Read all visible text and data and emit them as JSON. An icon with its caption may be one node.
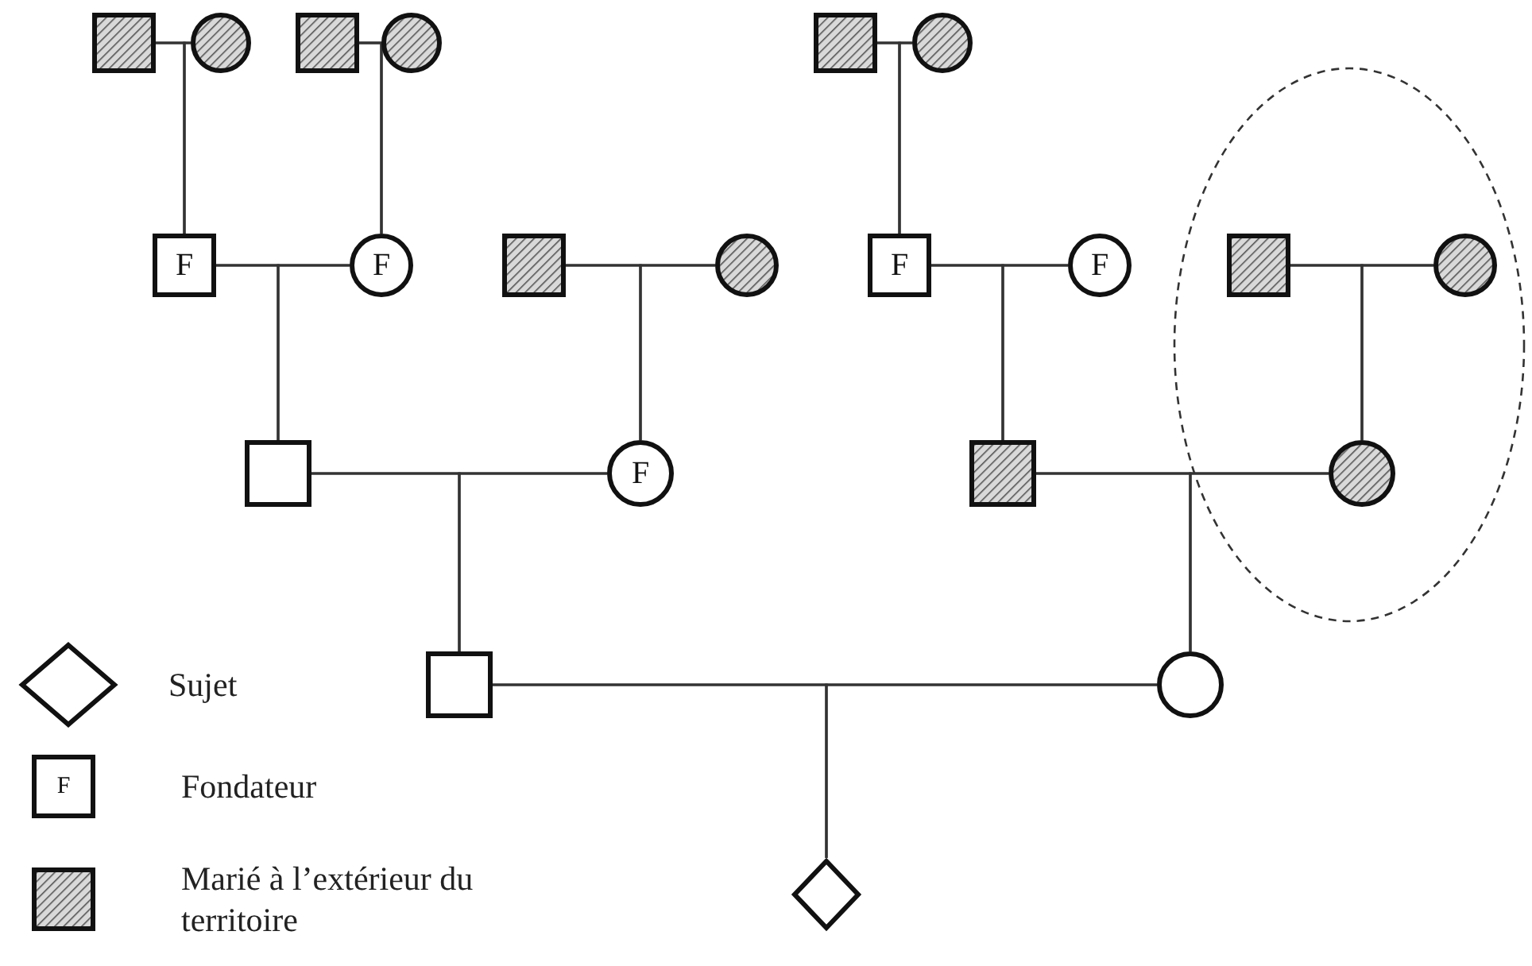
{
  "diagram": {
    "nodes": [
      {
        "text": [],
        "shape": "box"
      },
      {
        "text": [],
        "shape": "circle"
      },
      {
        "text": [],
        "shape": "box"
      },
      {
        "text": [],
        "shape": "circle"
      },
      {
        "text": [],
        "shape": "box"
      },
      {
        "text": [],
        "shape": "circle"
      },
      {
        "text": [
          "F"
        ]
      },
      {
        "text": [
          "F"
        ]
      },
      {
        "text": [],
        "shape": "box"
      },
      {
        "text": [],
        "shape": "circle"
      },
      {
        "text": [
          "F"
        ]
      },
      {
        "text": [
          "F"
        ]
      },
      {
        "text": [],
        "shape": "ellipse"
      },
      {
        "text": [],
        "shape": "box",
        "in": 12
      },
      {
        "text": [],
        "shape": "circle",
        "in": 12
      },
      {
        "text": [],
        "shape": "box"
      },
      {
        "text": [
          "F"
        ]
      },
      {
        "text": [],
        "shape": "box"
      },
      {
        "text": [],
        "shape": "circle",
        "in": 12
      },
      {
        "text": [],
        "shape": "box"
      },
      {
        "text": [],
        "shape": "circle"
      },
      {
        "text": [],
        "shape": "diamond"
      }
    ],
    "edges": [
      {
        "from": 0,
        "to": 1,
        "arrow": "none"
      },
      {
        "from": 0,
        "to": 6,
        "arrow": "none"
      },
      {
        "from": 1,
        "to": 6,
        "arrow": "none"
      },
      {
        "from": 2,
        "to": 3,
        "arrow": "none"
      },
      {
        "from": 2,
        "to": 7,
        "arrow": "none"
      },
      {
        "from": 3,
        "to": 7,
        "arrow": "none"
      },
      {
        "from": 4,
        "to": 5,
        "arrow": "none"
      },
      {
        "from": 4,
        "to": 10,
        "arrow": "none"
      },
      {
        "from": 5,
        "to": 10,
        "arrow": "none"
      },
      {
        "from": 6,
        "to": 7,
        "arrow": "none"
      },
      {
        "from": 6,
        "to": 15,
        "arrow": "none"
      },
      {
        "from": 7,
        "to": 15,
        "arrow": "none"
      },
      {
        "from": 8,
        "to": 9,
        "arrow": "none"
      },
      {
        "from": 8,
        "to": 16,
        "arrow": "none"
      },
      {
        "from": 9,
        "to": 16,
        "arrow": "none"
      },
      {
        "from": 10,
        "to": 11,
        "arrow": "none"
      },
      {
        "from": 10,
        "to": 17,
        "arrow": "none"
      },
      {
        "from": 11,
        "to": 17,
        "arrow": "none"
      },
      {
        "from": 13,
        "to": 14,
        "arrow": "none"
      },
      {
        "from": 13,
        "to": 18,
        "arrow": "none"
      },
      {
        "from": 14,
        "to": 18,
        "arrow": "none"
      },
      {
        "from": 15,
        "to": 16,
        "arrow": "none"
      },
      {
        "from": 15,
        "to": 19,
        "arrow": "none"
      },
      {
        "from": 16,
        "to": 19,
        "arrow": "none"
      },
      {
        "from": 17,
        "to": 18,
        "arrow": "none"
      },
      {
        "from": 17,
        "to": 20,
        "arrow": "none"
      },
      {
        "from": 18,
        "to": 20,
        "arrow": "none"
      },
      {
        "from": 19,
        "to": 20,
        "arrow": "none"
      },
      {
        "from": 19,
        "to": 21,
        "arrow": "none"
      },
      {
        "from": 20,
        "to": 21,
        "arrow": "none"
      }
    ],
    "labels": [
      "F"
    ],
    "legend": [
      {
        "text": "Sujet"
      },
      {
        "text": "Fondateur"
      },
      {
        "text": "Marié à l’extérieur du territoire"
      }
    ]
  }
}
